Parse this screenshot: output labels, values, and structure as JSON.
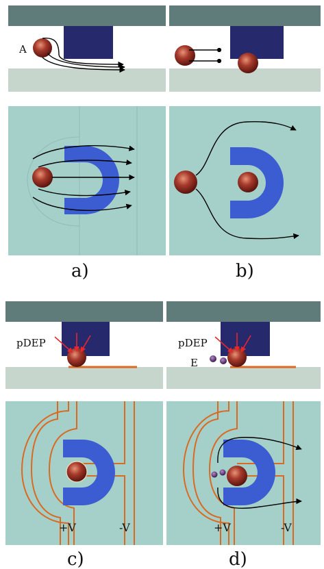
{
  "labels": {
    "a": "A",
    "e": "E",
    "pdep_c": "pDEP",
    "pdep_d": "pDEP",
    "plus_v_c": "+V",
    "minus_v_c": "-V",
    "plus_v_d": "+V",
    "minus_v_d": "-V"
  },
  "captions": [
    "a)",
    "b)",
    "c)",
    "d)"
  ],
  "colors": {
    "top_wall": "#5f7c7b",
    "channel": "#ffffff",
    "floor": "#c7d6cd",
    "teal_bg": "#a5d0c9",
    "trap_top": "#262a6c",
    "trap_bottom": "#3c5cd2",
    "particle": "#a63a2c",
    "electrode": "#d86a22",
    "arrow_red": "#e8262d",
    "small_particle": "#5b2c6e"
  }
}
